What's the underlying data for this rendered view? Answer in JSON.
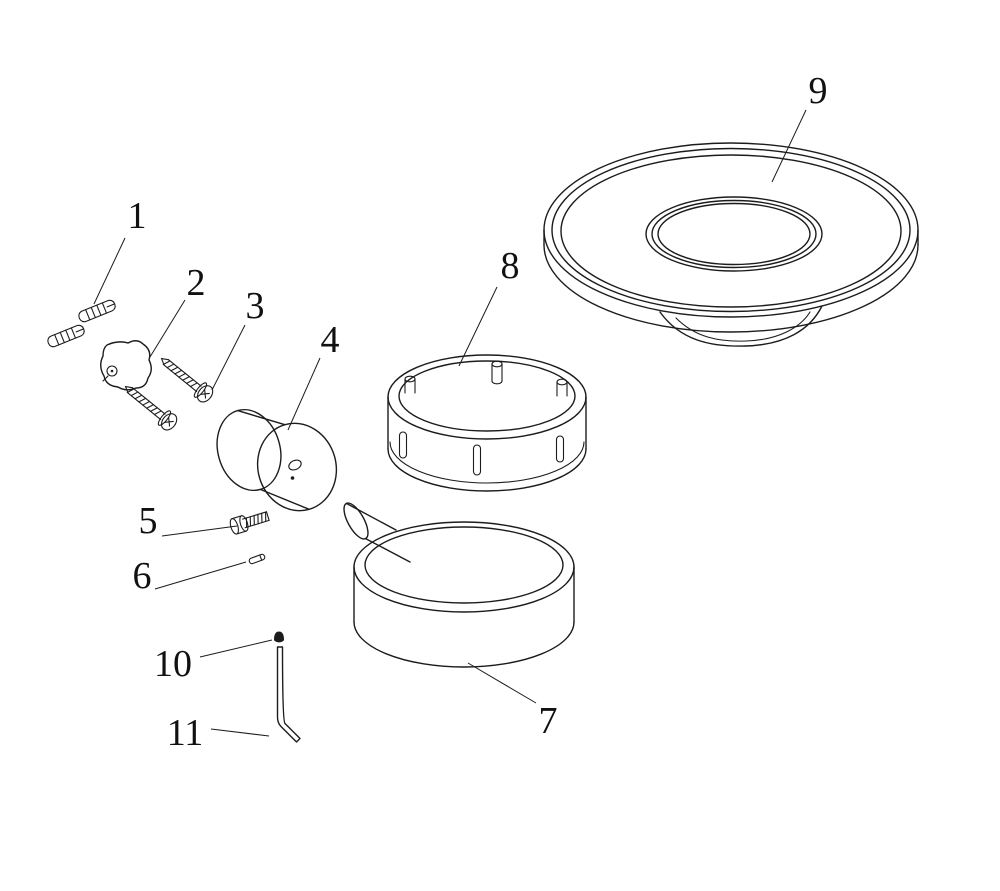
{
  "diagram": {
    "kind": "exploded-assembly-line-drawing",
    "background_color": "#ffffff",
    "line_color": "#1c1c1c",
    "labels": [
      {
        "id": "part-1",
        "text": "1"
      },
      {
        "id": "part-2",
        "text": "2"
      },
      {
        "id": "part-3",
        "text": "3"
      },
      {
        "id": "part-4",
        "text": "4"
      },
      {
        "id": "part-5",
        "text": "5"
      },
      {
        "id": "part-6",
        "text": "6"
      },
      {
        "id": "part-7",
        "text": "7"
      },
      {
        "id": "part-8",
        "text": "8"
      },
      {
        "id": "part-9",
        "text": "9"
      },
      {
        "id": "part-10",
        "text": "10"
      },
      {
        "id": "part-11",
        "text": "11"
      }
    ]
  }
}
